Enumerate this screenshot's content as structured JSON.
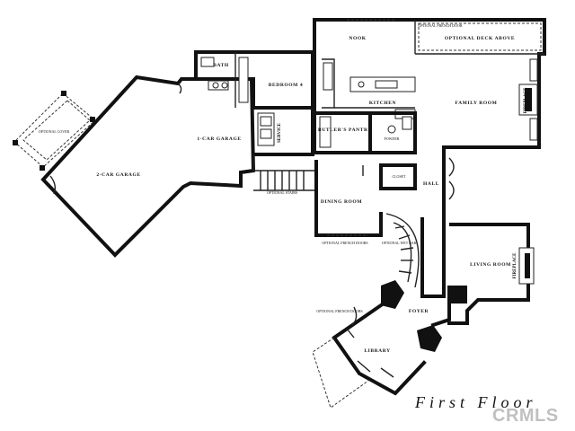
{
  "title": "First Floor",
  "watermark": "CRMLS",
  "rooms": {
    "nook": "NOOK",
    "optional_deck": "OPTIONAL DECK ABOVE",
    "bath": "BATH",
    "bedroom": "BEDROOM 4",
    "kitchen": "KITCHEN",
    "family_room": "FAMILY ROOM",
    "garage_1car": "1-CAR GARAGE",
    "service": "SERVICE",
    "butlers_pantry": "BUTLER'S PANTRY",
    "powder": "POWDER",
    "garage_2car": "2-CAR GARAGE",
    "closet": "CLOSET",
    "hall": "HALL",
    "dining_room": "DINING ROOM",
    "living_room": "LIVING ROOM",
    "foyer": "FOYER",
    "library": "LIBRARY"
  },
  "notes": {
    "optional_cover": "OPTIONAL COVER",
    "optional_french_door": "OPTIONAL FRENCH DOOR",
    "optional_wet_bar": "OPTIONAL WET BAR",
    "optional_french_doors": "OPTIONAL FRENCH DOORS",
    "optional_stairs": "OPTIONAL STAIRS",
    "fireplace": "FIREPLACE"
  },
  "colors": {
    "line": "#111111",
    "background": "#ffffff",
    "watermark": "#8c8c8c"
  }
}
